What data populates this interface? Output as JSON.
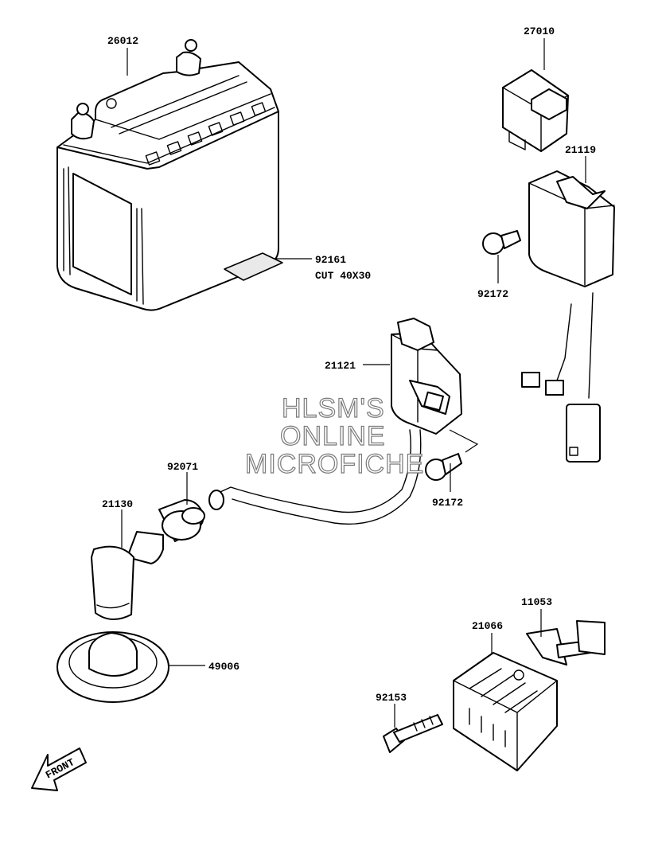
{
  "labels": {
    "p26012": "26012",
    "p27010": "27010",
    "p21119": "21119",
    "p92161": "92161",
    "p92161_note": "CUT 40X30",
    "p92172_a": "92172",
    "p21121": "21121",
    "p92071": "92071",
    "p21130": "21130",
    "p92172_b": "92172",
    "p49006": "49006",
    "p11053": "11053",
    "p21066": "21066",
    "p92153": "92153",
    "front": "FRONT"
  },
  "watermark": [
    "HLSM'S",
    "ONLINE",
    "MICROFICHE"
  ]
}
